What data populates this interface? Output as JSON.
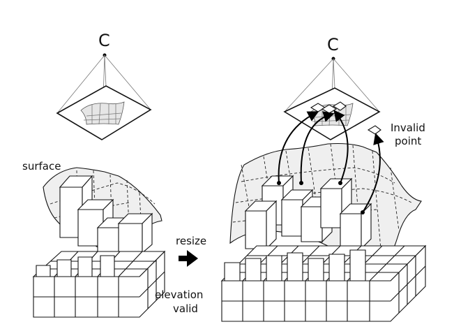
{
  "labels": {
    "camera_left": "C",
    "camera_right": "C",
    "surface": "surface",
    "resize": "resize",
    "elevation": "elevation",
    "valid": "valid",
    "invalid_line1": "Invalid",
    "invalid_line2": "point"
  }
}
